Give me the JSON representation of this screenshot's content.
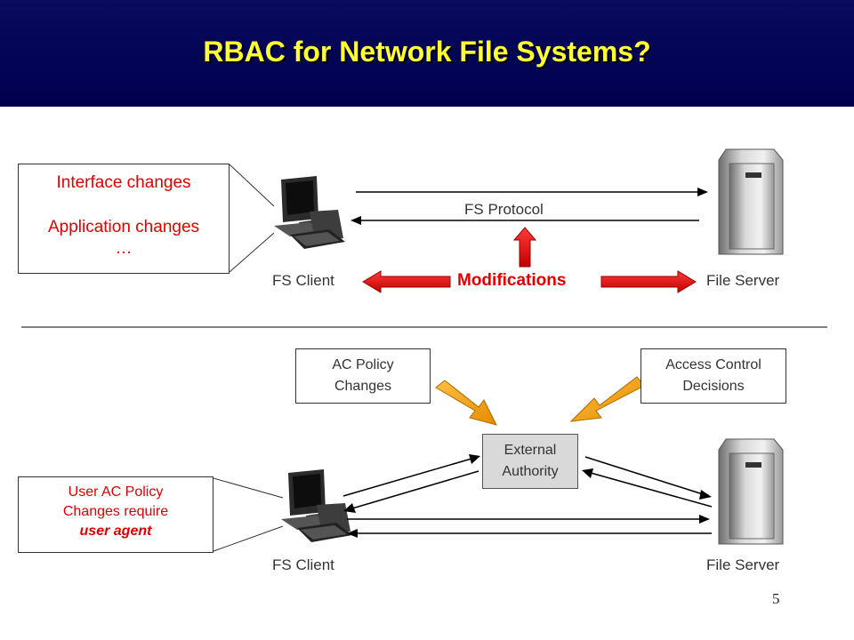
{
  "title": "RBAC for Network File Systems?",
  "top": {
    "note_line1": "Interface changes",
    "note_line2": "Application changes",
    "note_line3": "…",
    "client_label": "FS Client",
    "server_label": "File Server",
    "protocol_label": "FS Protocol",
    "modifications_label": "Modifications"
  },
  "bottom": {
    "policy_box_line1": "AC Policy",
    "policy_box_line2": "Changes",
    "decisions_box_line1": "Access Control",
    "decisions_box_line2": "Decisions",
    "authority_line1": "External",
    "authority_line2": "Authority",
    "user_note_line1": "User AC Policy",
    "user_note_line2": "Changes require",
    "user_note_line3": "user agent",
    "client_label": "FS Client",
    "server_label": "File Server"
  },
  "page_number": "5",
  "colors": {
    "header_bg": "#00004e",
    "title": "#ffff33",
    "red_text": "#e00000",
    "red_arrow": "#e60000",
    "orange_arrow": "#f2a000",
    "authority_fill": "#d9d9d9"
  }
}
